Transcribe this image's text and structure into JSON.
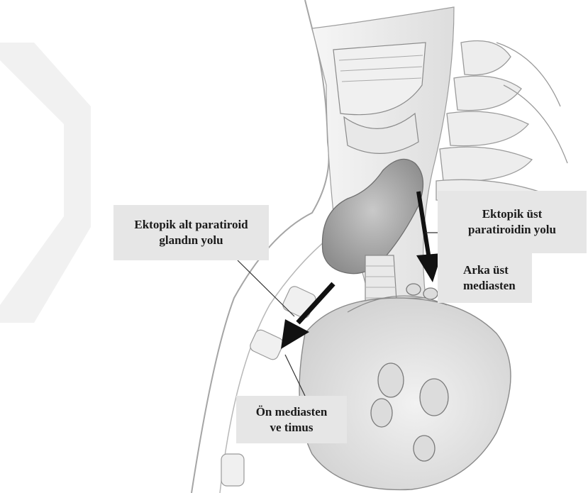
{
  "labels": {
    "ectopic_lower": [
      "Ektopik alt paratiroid",
      "glandın yolu"
    ],
    "ectopic_upper": [
      "Ektopik üst",
      "paratiroidin yolu"
    ],
    "posterior_mediastinum": [
      "Arka üst",
      "mediasten"
    ],
    "anterior_mediastinum": [
      "Ön mediasten",
      "ve timus"
    ]
  },
  "colors": {
    "box_fill": "#e6e6e6",
    "line_art": "#8a8a8a",
    "tissue_fill": "#ececec",
    "watermark": "#f1f1f1",
    "arrow": "#111111"
  }
}
